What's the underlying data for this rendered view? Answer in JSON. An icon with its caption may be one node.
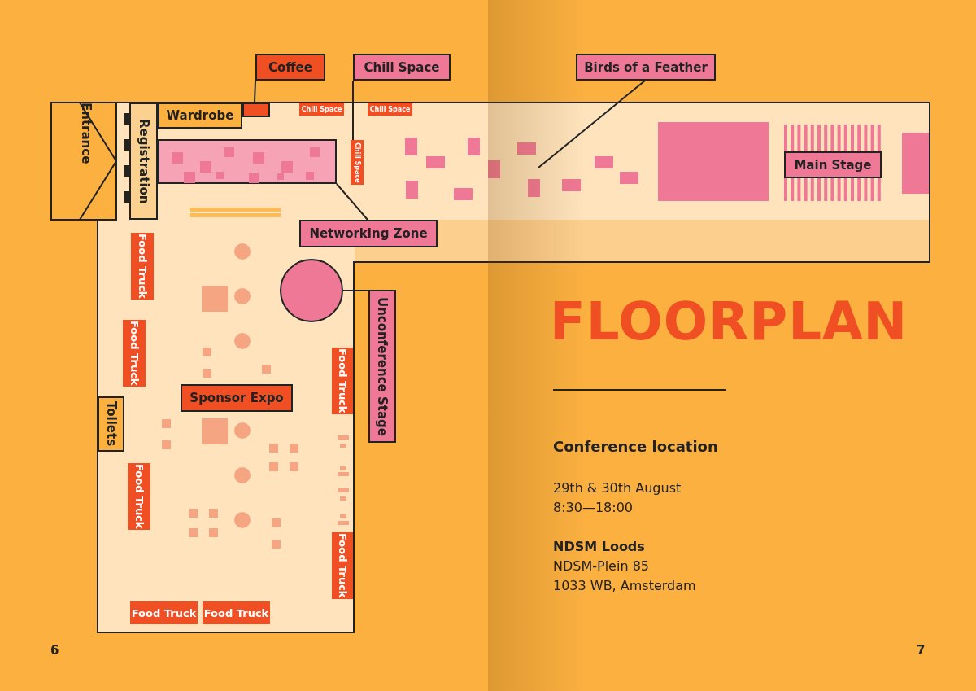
{
  "diagram": {
    "title": "FLOORPLAN",
    "nodes": [
      {
        "text": [
          "Entrance"
        ]
      },
      {
        "text": [
          "Registration"
        ]
      },
      {
        "text": [
          "Wardrobe"
        ]
      },
      {
        "text": [
          "Coffee"
        ]
      },
      {
        "text": [],
        "shape": "box"
      },
      {
        "text": [
          "Chill Space"
        ]
      },
      {
        "text": [
          "Chill Space"
        ]
      },
      {
        "text": [
          "Chill Space"
        ]
      },
      {
        "text": [
          "Chill Space"
        ]
      },
      {
        "text": [
          "Networking Zone"
        ]
      },
      {
        "text": [],
        "shape": "box"
      },
      {
        "text": [
          "Birds of a Feather"
        ]
      },
      {
        "text": [
          "Main Stage"
        ]
      },
      {
        "text": [
          "Unconference Stage"
        ]
      },
      {
        "text": [],
        "shape": "circle"
      },
      {
        "text": [
          "Food Truck"
        ]
      },
      {
        "text": [
          "Food Truck"
        ]
      },
      {
        "text": [
          "Food Truck"
        ]
      },
      {
        "text": [
          "Sponsor Expo"
        ]
      },
      {
        "text": [
          "Toilets"
        ]
      },
      {
        "text": [
          "Food Truck"
        ]
      },
      {
        "text": [
          "Food Truck"
        ]
      },
      {
        "text": [
          "Food Truck"
        ]
      },
      {
        "text": [
          "Food Truck"
        ]
      }
    ],
    "edges": [
      {
        "from": 3,
        "to": 4,
        "arrow": "none"
      },
      {
        "from": 5,
        "to": 8,
        "arrow": "none"
      },
      {
        "from": 9,
        "to": 10,
        "arrow": "none"
      },
      {
        "from": 11,
        "to": null,
        "arrow": "none"
      },
      {
        "from": 13,
        "to": 14,
        "arrow": "none"
      }
    ],
    "labels": [
      "Conference location",
      "29th & 30th August",
      "8:30—18:00",
      "NDSM Loods",
      "NDSM-Plein 85",
      "1033 WB, Amsterdam",
      "6",
      "7"
    ]
  }
}
